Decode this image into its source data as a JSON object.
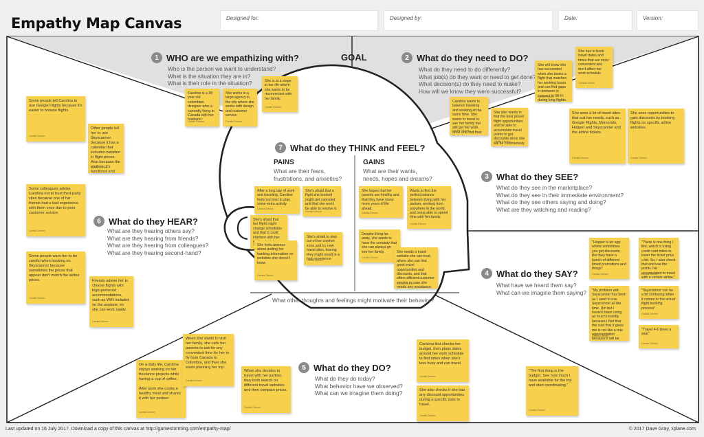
{
  "header": {
    "title": "Empathy Map Canvas",
    "fields": [
      {
        "name": "designed-for-field",
        "label": "Designed for:"
      },
      {
        "name": "designed-by-field",
        "label": "Designed by:"
      },
      {
        "name": "date-field",
        "label": "Date:"
      },
      {
        "name": "version-field",
        "label": "Version:"
      }
    ]
  },
  "goal": "GOAL",
  "sections": {
    "who": {
      "number": "1",
      "heading": "WHO are we empathizing with?",
      "questions": [
        "Who is the person we want to understand?",
        "What is the situation they are in?",
        "What is their role in the situation?"
      ]
    },
    "do_need": {
      "number": "2",
      "heading": "What do they need to DO?",
      "questions": [
        "What do they need to do differently?",
        "What job(s) do they want or need to get done?",
        "What decision(s) do they need to make?",
        "How will we know they were successful?"
      ]
    },
    "see": {
      "number": "3",
      "heading": "What do they SEE?",
      "questions": [
        "What do they see in the marketplace?",
        "What do they see in their immediate environment?",
        "What do they see others saying and doing?",
        "What are they watching and reading?"
      ]
    },
    "say": {
      "number": "4",
      "heading": "What do they SAY?",
      "questions": [
        "What have we heard them say?",
        "What can we imagine them saying?"
      ]
    },
    "do": {
      "number": "5",
      "heading": "What do they DO?",
      "questions": [
        "What do they do today?",
        "What behavior have we observed?",
        "What can we imagine them doing?"
      ]
    },
    "hear": {
      "number": "6",
      "heading": "What do they HEAR?",
      "questions": [
        "What are they hearing others say?",
        "What are they hearing from friends?",
        "What are they hearing from colleagues?",
        "What are they hearing second-hand?"
      ]
    },
    "think": {
      "number": "7",
      "heading": "What do they THINK and FEEL?",
      "pains_title": "PAINS",
      "pains_questions": [
        "What are their fears,",
        "frustrations, and anxieties?"
      ],
      "gains_title": "GAINS",
      "gains_questions": [
        "What are their wants,",
        "needs, hopes and dreams?"
      ],
      "bottom_question": "What other thoughts and feelings might motivate their behavior?"
    }
  },
  "notes": {
    "who": [
      {
        "text": "Carolina is a 28 year old colombian designer who is currently living in Canada with her husband",
        "author": "Camila Dierzer"
      },
      {
        "text": "She works in a large agency in the city where she works with design and customer service",
        "author": "Camila Dierzer"
      },
      {
        "text": "She is at a stage in her life where she wants to be reconnected with her family.",
        "author": "Camila Dierzer"
      }
    ],
    "do_need": [
      {
        "text": "She has to book travel dates and times that are most convenient and don't affect her work schedule",
        "author": "Camila Dierzer"
      },
      {
        "text": "She will know she has succeeded when she books a flight that matches her working hours and can find gaps in between to connect to Wi-Fi during long flights.",
        "author": "Camila Dierzer"
      },
      {
        "text": "Carolina wants to balance traveling and working at the same time. She wants to travel to see her family but still get her work done and find their life balance.",
        "author": "Camila Dierzer"
      },
      {
        "text": "She also wants to find the best priced flight opportunities and be able to accumulate travel points to get discounts since she will be continuously traveling.",
        "author": "Camila Dierzer"
      }
    ],
    "see": [
      {
        "text": "She sees a lot of travel sites that suit her needs, such as Google Flights, Momondo, Hopper and Skyscanner and the airline tickets.",
        "author": "Camila Dierzer"
      },
      {
        "text": "She sees opportunities to gain discounts by booking flights on specific airline websites.",
        "author": "Camila Dierzer"
      }
    ],
    "say": [
      {
        "text": "\"Hopper is an app where sometimes you get discounts, like they have a bunch of different timed promotions and things\"",
        "author": "Camila Dierzer"
      },
      {
        "text": "\"There is one thing I like, which is using credit card miles to lower the ticket price a bit. So, I also check that and use the points I've accumulated to travel with a certain airline.\"",
        "author": "Camila Dierzer"
      },
      {
        "text": "\"My problem with Skyscanner has been as I used to use Skyscanner all the time. Um but I haven't been using as much recently because I find that the cost that it gives me is not like a true representation because it will be higher\"",
        "author": "Camila Dierzer"
      },
      {
        "text": "\"Skyscanner can be a bit confusing when it comes to the actual flight booking process\"",
        "author": "Camila Dierzer"
      },
      {
        "text": "\"Travel 4-6 times a year\"",
        "author": "Camila Dierzer"
      }
    ],
    "do": [
      {
        "text": "On a daily life, Carolina enjoys working on her freelance projects while having a cup of coffee.\n\nAfter work she cooks a healthy meal and shares it with her partner.",
        "author": "Camila Dierzer"
      },
      {
        "text": "When she wants to visit her family, she calls her parents to ask for any convenient time for her to fly from Canada to Colombia, and then she starts planning her trip.",
        "author": "Camila Dierzer"
      },
      {
        "text": "When she decides to travel with her partner, they both search on different travel websites and then compare prices.",
        "author": "Camila Dierzer"
      },
      {
        "text": "Carolina first checks her budget, then plans dates around her work schedule to find times when she's less busy and can travel.",
        "author": "Camila Dierzer"
      },
      {
        "text": "She also checks if she has any discount opportunities during a specific date to travel.",
        "author": "Camila Dierzer"
      },
      {
        "text": "\"The first thing is the budget. See how much I have available for the trip and start coordinating.\"",
        "author": "Camila Dierzer"
      }
    ],
    "hear": [
      {
        "text": "Some people tell Carolina to use Google Flights because it's easier to browse flights.",
        "author": "Camila Dierzer"
      },
      {
        "text": "Other people tell her to use Skyscanner because it has a calendar that includes variation in flight prices. Also because the platform it's functional and easy to use.",
        "author": "Camila Dierzer"
      },
      {
        "text": "Some colleagues advise Carolina not to trust third-party sites because one of her friends had a bad experience with them once due to poor customer service.",
        "author": "Camila Dierzer"
      },
      {
        "text": "Some people warn her to be careful when booking on Skyscanner because sometimes the prices that appear don't match the airline prices.",
        "author": "Camila Dierzer"
      },
      {
        "text": "Friends advise her to choose flights with high-preferred accommodations, such as WiFi included on the airplane, so she can work easily.",
        "author": "Camila Dierzer"
      }
    ],
    "pains": [
      {
        "text": "After a long day of work and traveling, Caroline feels too tired to plan some extra activity",
        "author": "Camila Dierzer"
      },
      {
        "text": "She's afraid that a flight she booked might get canceled and that she won't be able to resolve it.",
        "author": "Camila Dierzer"
      },
      {
        "text": "She's afraid that her flight might change schedules and that it could interfere with her work schedule.",
        "author": "Camila Dierzer"
      },
      {
        "text": "She's afraid to step out of her comfort zone and try new travel sites, fearing they might result in a bad experience.",
        "author": "Camila Dierzer"
      },
      {
        "text": "She feels anxious about putting her banking information on websites she doesn't know",
        "author": "Camila Dierzer"
      }
    ],
    "gains": [
      {
        "text": "She hopes that her parents are healthy and that they have many more years of life ahead.",
        "author": "Camila Dierzer"
      },
      {
        "text": "Wants to find the perfect balance between living with her partner, working from anywhere in the world, and being able to spend time with her family.",
        "author": "Camila Dierzer"
      },
      {
        "text": "Despite living far away, she wants to have the certainty that she can always go see her family.",
        "author": "Camila Dierzer"
      },
      {
        "text": "She needs a travel website she can trust, where she can find good travel opportunities and discounts, and that offers efficient customer service in case she needs any assistance.",
        "author": "Camila Dierzer"
      }
    ]
  },
  "footer": {
    "left": "Last updated on 16 July 2017. Download a copy of this canvas at http://gamestorming.com/empathy-map/",
    "right": "© 2017 Dave Gray, xplane.com"
  }
}
